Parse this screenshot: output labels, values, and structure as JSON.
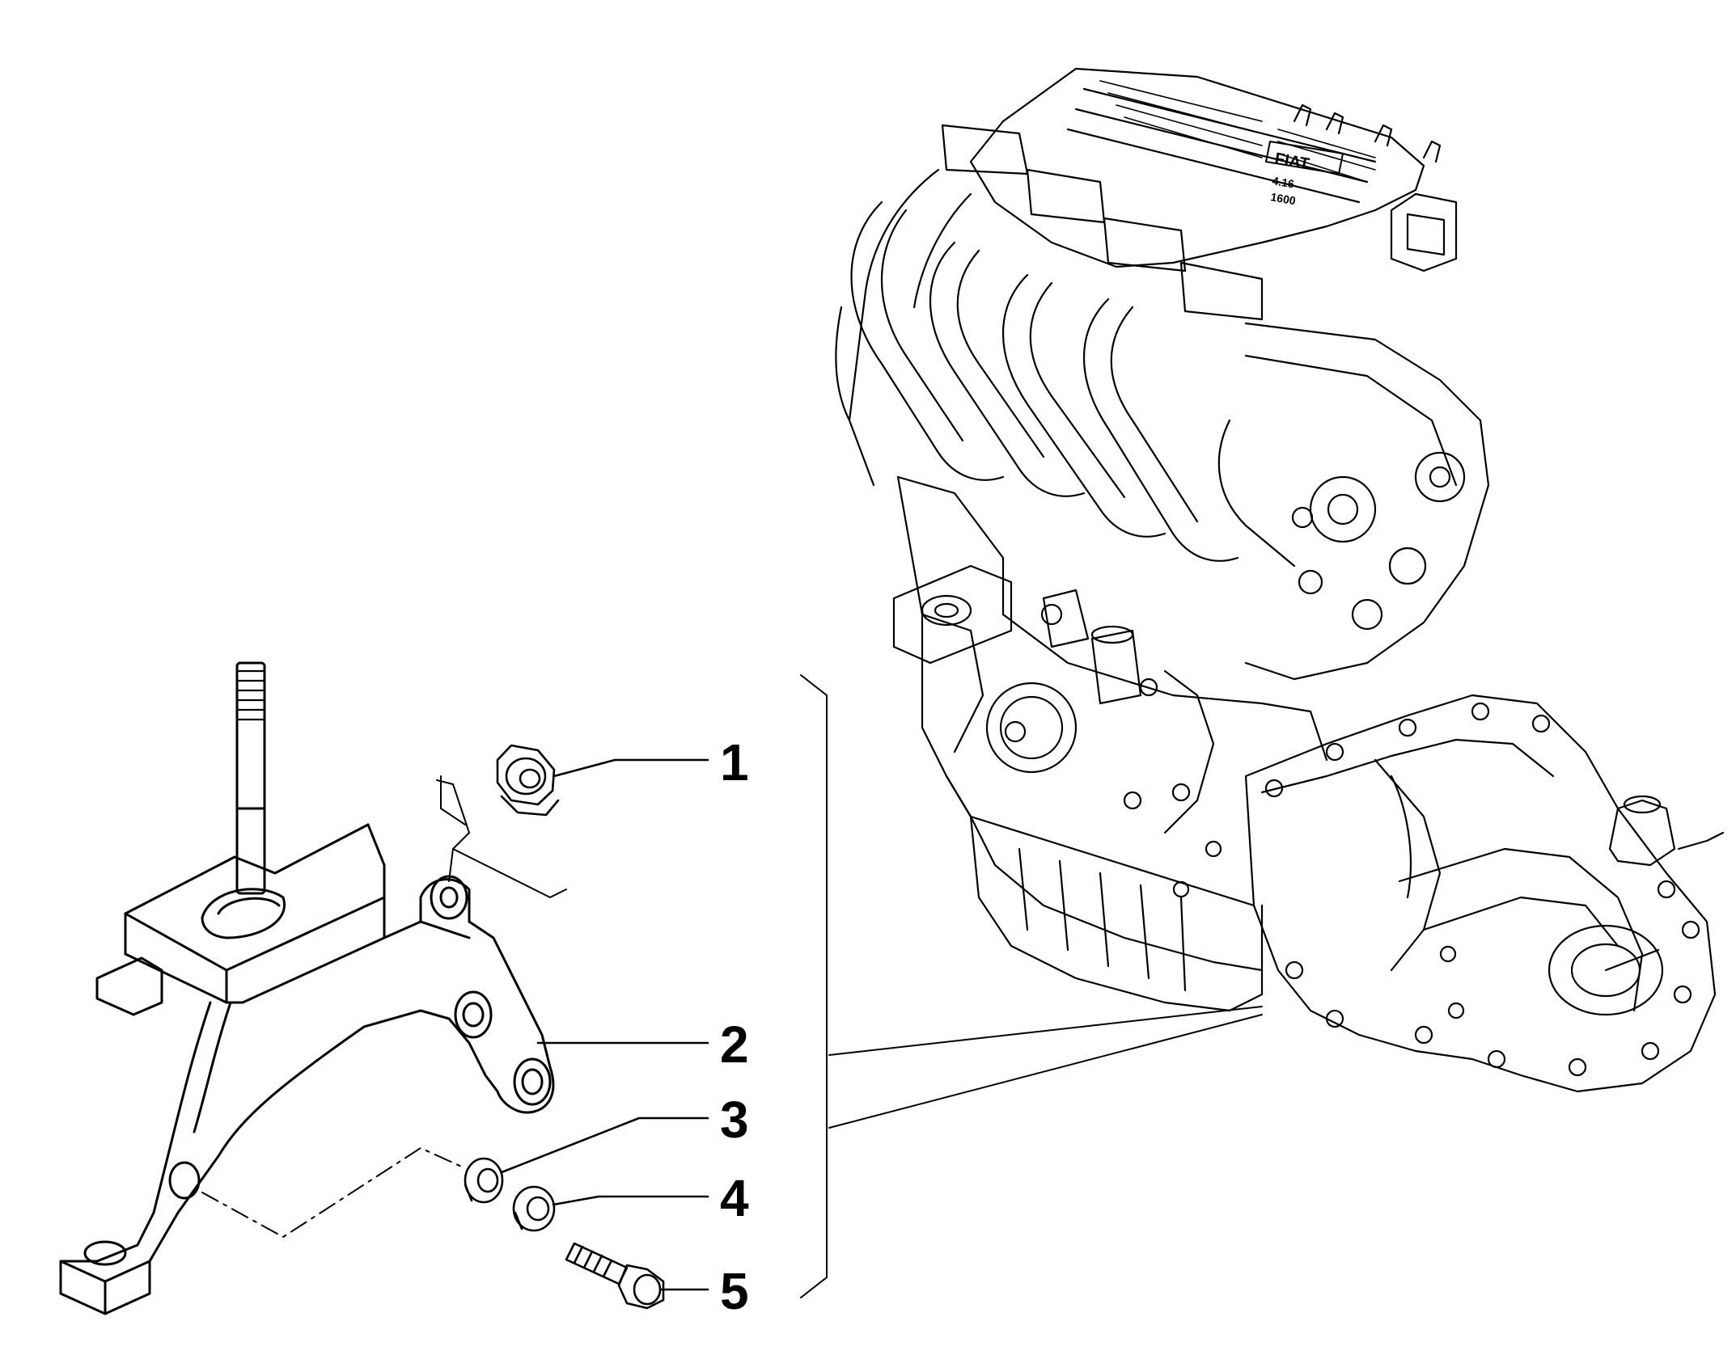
{
  "callouts": [
    {
      "label": "1",
      "part": "flange-nut"
    },
    {
      "label": "2",
      "part": "gearbox-mount-bracket"
    },
    {
      "label": "3",
      "part": "washer"
    },
    {
      "label": "4",
      "part": "washer"
    },
    {
      "label": "5",
      "part": "flange-bolt"
    }
  ],
  "engine_cover_text": {
    "brand": "FIAT",
    "valves": "4.16",
    "displacement": "1600"
  },
  "colors": {
    "line": "#000000",
    "background": "#ffffff"
  }
}
